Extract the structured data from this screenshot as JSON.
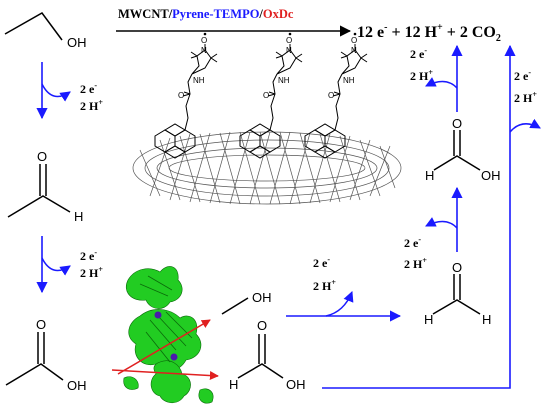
{
  "header": {
    "catalyst_part1": "MWCNT/",
    "catalyst_part2": "Pyrene-TEMPO",
    "catalyst_part3": "/",
    "catalyst_part4": "OxDc",
    "products_prefix": "12 e",
    "products_sup1": "-",
    "products_mid": " + 12 H",
    "products_sup2": "+",
    "products_suffix": " + 2 CO",
    "products_sub": "2"
  },
  "colors": {
    "black": "#000000",
    "blue": "#1a1aff",
    "red": "#e02020",
    "protein_green": "#22cc22",
    "nanotube_gray": "#555555"
  },
  "step_labels": {
    "electrons": "2 e",
    "electrons_sup": "-",
    "protons": "2 H",
    "protons_sup": "+"
  },
  "molecules": {
    "ethanol_oh": "OH",
    "acetaldehyde_o": "O",
    "acetaldehyde_h": "H",
    "acetate_o": "O",
    "acetate_oh": "OH",
    "methanol_oh": "OH",
    "formaldehyde_o": "O",
    "formaldehyde_h_left": "H",
    "formaldehyde_h_right": "H",
    "formic_upper_o": "O",
    "formic_upper_h": "H",
    "formic_upper_oh": "OH",
    "formic_lower_o": "O",
    "formic_lower_h": "H",
    "formic_lower_oh": "OH"
  },
  "tempo": {
    "nitroxide_n": "N",
    "nitroxide_o": "O",
    "amide_nh": "NH",
    "amide_o": "O"
  }
}
